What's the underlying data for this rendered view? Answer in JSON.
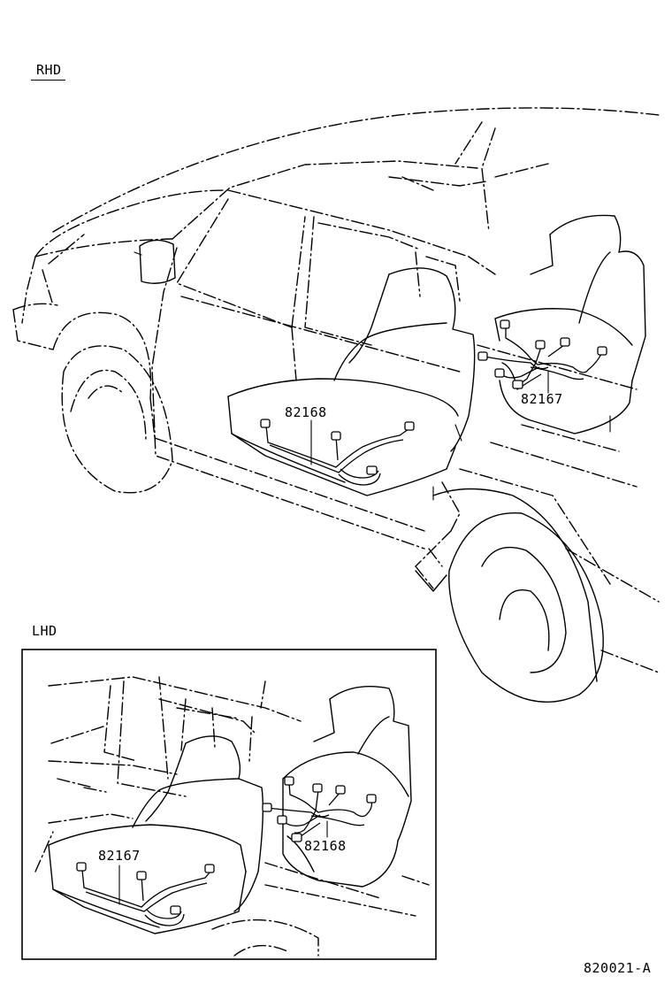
{
  "labels": {
    "rhd": "RHD",
    "lhd": "LHD",
    "rhd_right_part": "82167",
    "rhd_left_part": "82168",
    "lhd_left_part": "82167",
    "lhd_right_part": "82168",
    "figure_code": "820021-A"
  }
}
